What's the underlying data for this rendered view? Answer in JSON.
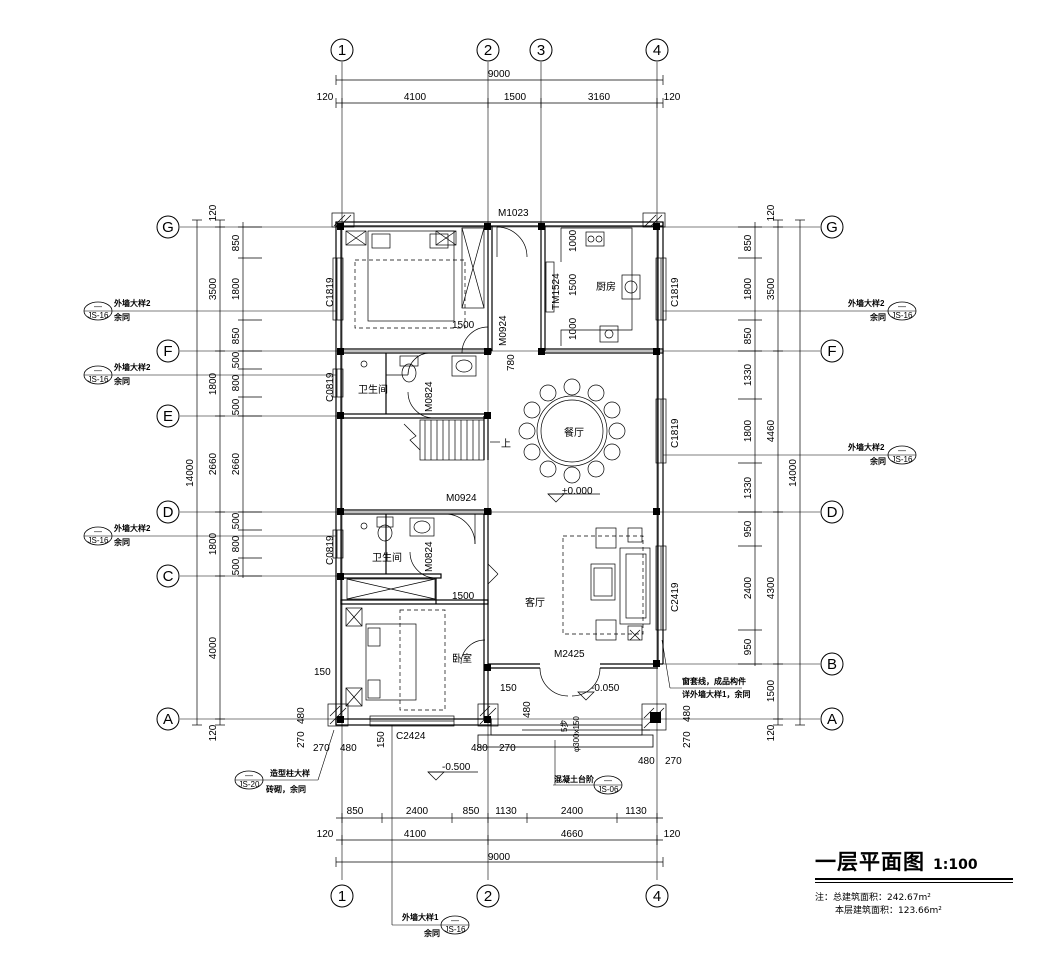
{
  "title": {
    "main": "一层平面图",
    "scale": "1:100"
  },
  "notes": {
    "line1": "注：总建筑面积：242.67m²",
    "line2": "本层建筑面积：123.66m²"
  },
  "axes": {
    "a1": "1",
    "a2": "2",
    "a3": "3",
    "a4": "4",
    "A": "A",
    "B": "B",
    "C": "C",
    "D": "D",
    "E": "E",
    "F": "F",
    "G": "G"
  },
  "dims_top": {
    "total": "9000",
    "d120a": "120",
    "d4100": "4100",
    "d1500": "1500",
    "d3160": "3160",
    "d120b": "120"
  },
  "dims_bottom": {
    "s850a": "850",
    "s2400a": "2400",
    "s850b": "850",
    "s1130a": "1130",
    "s2400b": "2400",
    "s1130b": "1130",
    "m120a": "120",
    "m4100": "4100",
    "m4660": "4660",
    "m120b": "120",
    "total": "9000"
  },
  "dims_left": {
    "total": "14000",
    "d120t": "120",
    "d3500": "3500",
    "d1800a": "1800",
    "d2660a": "2660",
    "d1800b": "1800",
    "d4000": "4000",
    "d120b": "120",
    "i850a": "850",
    "i1800a": "1800",
    "i850b": "850",
    "i500a": "500",
    "i800a": "800",
    "i500b": "500",
    "i2660": "2660",
    "i500c": "500",
    "i800b": "800",
    "i500d": "500"
  },
  "dims_right": {
    "total": "14000",
    "d120t": "120",
    "d3500": "3500",
    "d4460": "4460",
    "d4300": "4300",
    "d1500": "1500",
    "d120b": "120",
    "i850a": "850",
    "i1800a": "1800",
    "i850b": "850",
    "i1330a": "1330",
    "i1800b": "1800",
    "i1330b": "1330",
    "i950a": "950",
    "i2400": "2400",
    "i950b": "950"
  },
  "rooms": {
    "kitchen": "厨房",
    "dining": "餐厅",
    "living": "客厅",
    "bedroom": "卧室",
    "bath1": "卫生间",
    "bath2": "卫生间",
    "stair_up": "上"
  },
  "openings": {
    "m1023": "M1023",
    "tm1524": "TM1524",
    "m0924a": "M0924",
    "m0924b": "M0924",
    "m0824a": "M0824",
    "m0824b": "M0824",
    "c1819a": "C1819",
    "c1819b": "C1819",
    "c1819c": "C1819",
    "c0819a": "C0819",
    "c0819b": "C0819",
    "c2419": "C2419",
    "m2425": "M2425",
    "c2424": "C2424"
  },
  "levels": {
    "l0": "±0.000",
    "l050": "-0.050",
    "l500": "-0.500"
  },
  "misc": {
    "d1500a": "1500",
    "d1500b": "1500",
    "d780": "780",
    "d1000a": "1000",
    "d1500c": "1500",
    "d1000b": "1000",
    "d150a": "150",
    "d150b": "150",
    "d150c": "150",
    "d480a": "480",
    "d480b": "480",
    "d480c": "480",
    "d480d": "480",
    "d480e": "480",
    "d480f": "480",
    "d270a": "270",
    "d270b": "270",
    "d270c": "270",
    "d270d": "270",
    "d270e": "270",
    "col": "φ300x150",
    "step": "5步"
  },
  "callouts": {
    "ext1": {
      "t1": "外墙大样2",
      "t2": "余同",
      "top": "—",
      "ref": "JS-16"
    },
    "ext2": {
      "t1": "外墙大样2",
      "t2": "余同",
      "top": "—",
      "ref": "JS-16"
    },
    "ext3": {
      "t1": "外墙大样2",
      "t2": "余同",
      "top": "—",
      "ref": "JS-16"
    },
    "ext4": {
      "t1": "外墙大样2",
      "t2": "余同",
      "top": "—",
      "ref": "JS-16"
    },
    "ext5": {
      "t1": "外墙大样2",
      "t2": "余同",
      "top": "—",
      "ref": "JS-16"
    },
    "col": {
      "t1": "造型柱大样",
      "t2": "砖砌，余同",
      "top": "—",
      "ref": "JS-20"
    },
    "step": {
      "t1": "混凝土台阶",
      "top": "—",
      "ref": "JS-06"
    },
    "ext6": {
      "t1": "外墙大样1",
      "t2": "余同",
      "top": "—",
      "ref": "JS-16"
    },
    "window": {
      "t1": "窗套线，成品构件",
      "t2": "详外墙大样1，余同"
    }
  }
}
